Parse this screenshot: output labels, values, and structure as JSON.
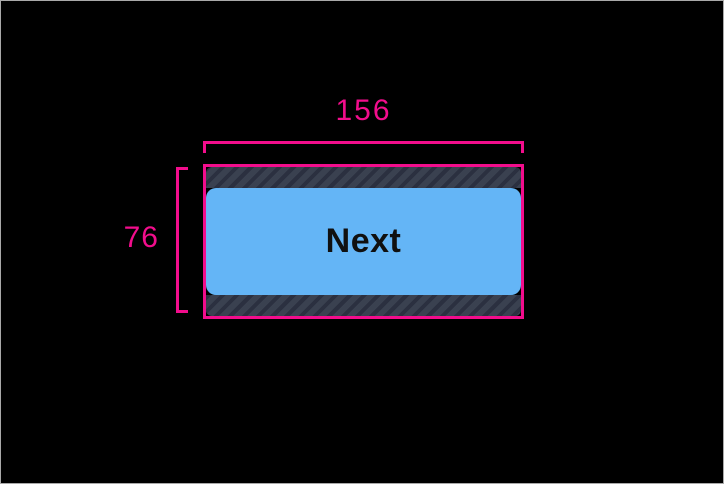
{
  "colors": {
    "background": "#000000",
    "frame_border": "#a9a9a9",
    "accent": "#F20D8C",
    "button_fill": "#64B5F6",
    "button_text": "#101010",
    "padding_fill": "#3A4150",
    "padding_stripe": "#2B3040"
  },
  "measurements": {
    "width": "156",
    "height": "76"
  },
  "button": {
    "label": "Next"
  }
}
